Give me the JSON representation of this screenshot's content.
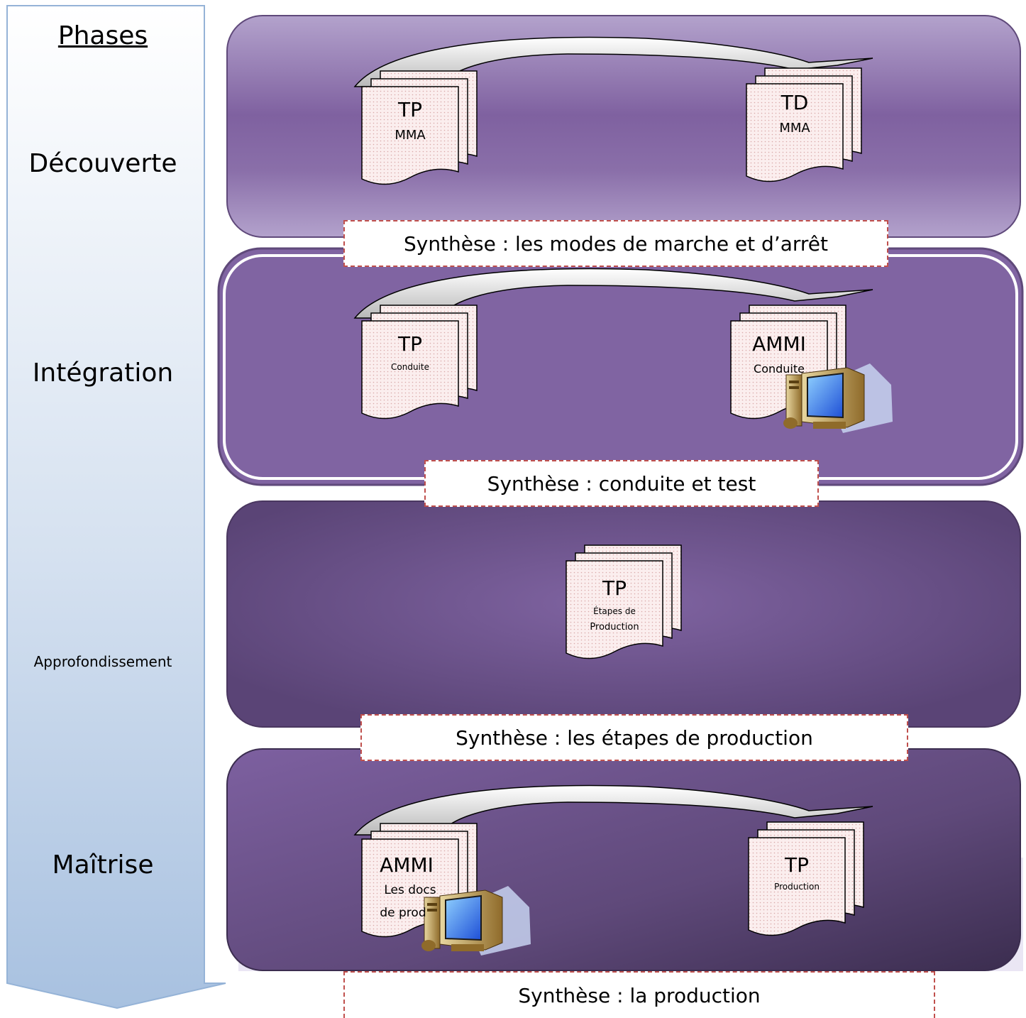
{
  "phases": {
    "header": "Phases",
    "items": [
      {
        "label": "Découverte"
      },
      {
        "label": "Intégration"
      },
      {
        "label": "Approfondissement"
      },
      {
        "label": "Maîtrise"
      }
    ]
  },
  "stages": [
    {
      "docs": [
        {
          "title": "TP",
          "subtitle": "MMA"
        },
        {
          "title": "TD",
          "subtitle": "MMA"
        }
      ],
      "synthesis": "Synthèse : les modes de marche et d’arrêt"
    },
    {
      "docs": [
        {
          "title": "TP",
          "subtitle": "Conduite"
        },
        {
          "title": "AMMI",
          "subtitle": "Conduite"
        }
      ],
      "synthesis": "Synthèse : conduite et test"
    },
    {
      "docs": [
        {
          "title": "TP",
          "subtitle_line1": "Étapes de",
          "subtitle_line2": "Production"
        }
      ],
      "synthesis": "Synthèse : les étapes de production"
    },
    {
      "docs": [
        {
          "title": "AMMI",
          "subtitle_line1": "Les docs",
          "subtitle_line2": "de prod"
        },
        {
          "title": "TP",
          "subtitle": "Production"
        }
      ],
      "synthesis": "Synthèse : la production"
    }
  ],
  "colors": {
    "panel_purple": "#8064a2",
    "panel_dark": "#5f497a",
    "arrow_fill": "#dbe5f1",
    "arrow_stroke": "#95b3d7",
    "synthesis_border": "#c0504d",
    "doc_fill": "#f4e0e0"
  }
}
